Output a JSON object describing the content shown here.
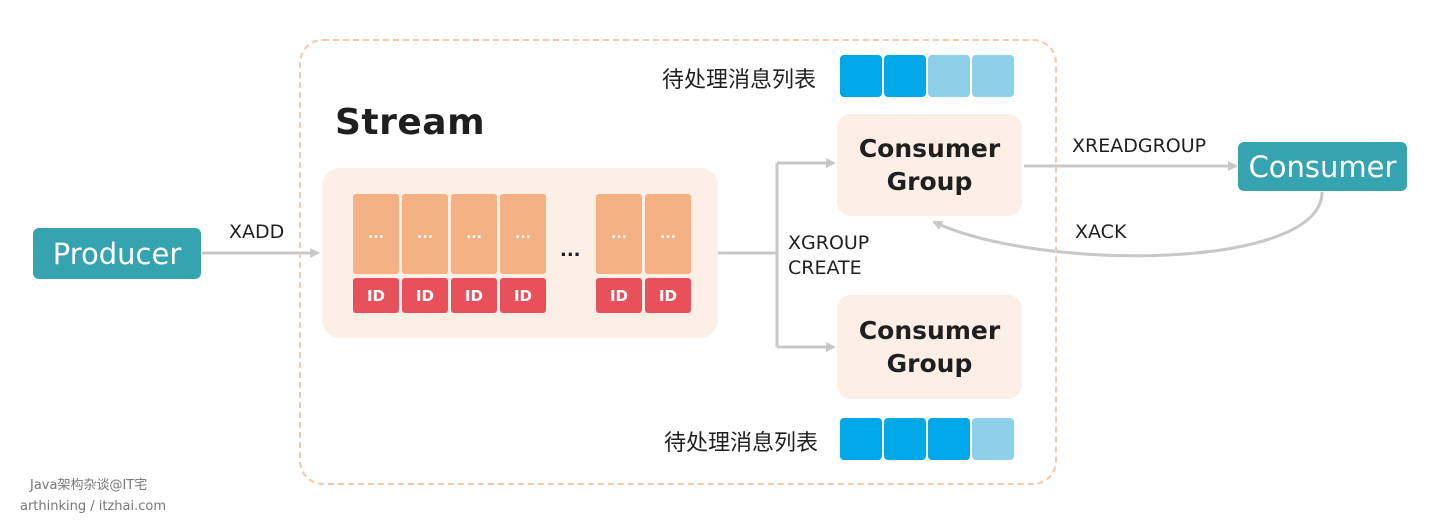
{
  "stream": {
    "title": "Stream",
    "entries": [
      {
        "msg": "...",
        "id": "ID"
      },
      {
        "msg": "...",
        "id": "ID"
      },
      {
        "msg": "...",
        "id": "ID"
      },
      {
        "msg": "...",
        "id": "ID"
      },
      {
        "msg": "...",
        "id": "ID"
      },
      {
        "msg": "...",
        "id": "ID"
      }
    ],
    "ellipsis": "..."
  },
  "producer": {
    "label": "Producer"
  },
  "consumer": {
    "label": "Consumer"
  },
  "groups": [
    {
      "label": "Consumer\nGroup"
    },
    {
      "label": "Consumer\nGroup"
    }
  ],
  "edges": {
    "xadd": "XADD",
    "xgroup_create": "XGROUP\nCREATE",
    "xreadgroup": "XREADGROUP",
    "xack": "XACK"
  },
  "pending_lists": [
    {
      "label": "待处理消息列表",
      "slots": [
        "dark",
        "dark",
        "light",
        "light"
      ]
    },
    {
      "label": "待处理消息列表",
      "slots": [
        "dark",
        "dark",
        "dark",
        "light"
      ]
    }
  ],
  "colors": {
    "node": "#36a3b0",
    "group_bg": "#fdeee6",
    "message": "#f4b183",
    "id": "#e8505b",
    "pending_dark": "#00a8e8",
    "pending_light": "#8ecfea",
    "arrow": "#c8c8c8",
    "container_border": "#f5c8a9"
  },
  "watermark": {
    "line1": "Java架构杂谈@IT宅",
    "line2": "arthinking / itzhai.com"
  }
}
